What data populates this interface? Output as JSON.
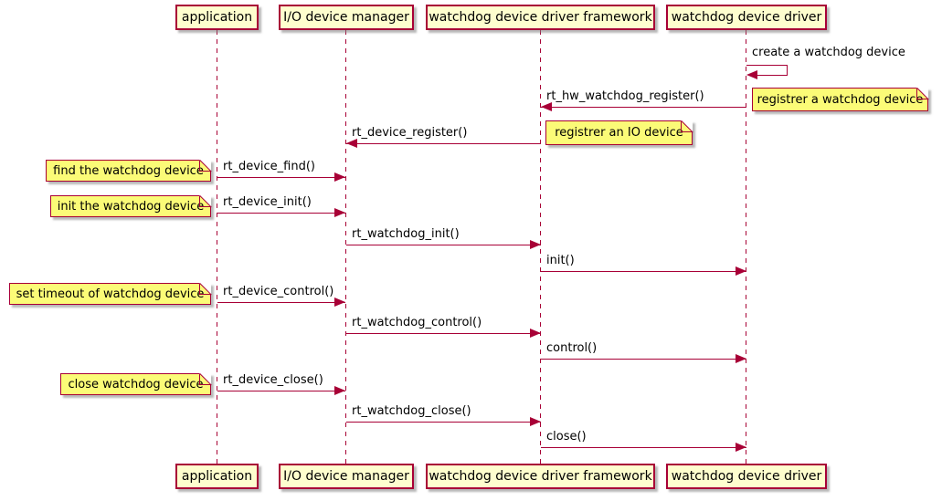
{
  "diagram_type": "sequence",
  "colors": {
    "participant_fill": "#FEFECE",
    "note_fill": "#FBFB77",
    "accent": "#A80036",
    "text": "#000000",
    "background": "#FFFFFF"
  },
  "participants": [
    {
      "name": "application"
    },
    {
      "name": "I/O device manager"
    },
    {
      "name": "watchdog device driver framework"
    },
    {
      "name": "watchdog device driver"
    }
  ],
  "messages": [
    {
      "label": "create a watchdog device",
      "from": "watchdog device driver",
      "to": "watchdog device driver",
      "type": "self"
    },
    {
      "label": "rt_hw_watchdog_register()",
      "from": "watchdog device driver",
      "to": "watchdog device driver framework",
      "type": "call"
    },
    {
      "label": "rt_device_register()",
      "from": "watchdog device driver framework",
      "to": "I/O device manager",
      "type": "call"
    },
    {
      "label": "rt_device_find()",
      "from": "application",
      "to": "I/O device manager",
      "type": "call"
    },
    {
      "label": "rt_device_init()",
      "from": "application",
      "to": "I/O device manager",
      "type": "call"
    },
    {
      "label": "rt_watchdog_init()",
      "from": "I/O device manager",
      "to": "watchdog device driver framework",
      "type": "call"
    },
    {
      "label": "init()",
      "from": "watchdog device driver framework",
      "to": "watchdog device driver",
      "type": "call"
    },
    {
      "label": "rt_device_control()",
      "from": "application",
      "to": "I/O device manager",
      "type": "call"
    },
    {
      "label": "rt_watchdog_control()",
      "from": "I/O device manager",
      "to": "watchdog device driver framework",
      "type": "call"
    },
    {
      "label": "control()",
      "from": "watchdog device driver framework",
      "to": "watchdog device driver",
      "type": "call"
    },
    {
      "label": "rt_device_close()",
      "from": "application",
      "to": "I/O device manager",
      "type": "call"
    },
    {
      "label": "rt_watchdog_close()",
      "from": "I/O device manager",
      "to": "watchdog device driver framework",
      "type": "call"
    },
    {
      "label": "close()",
      "from": "watchdog device driver framework",
      "to": "watchdog device driver",
      "type": "call"
    }
  ],
  "notes": [
    {
      "text": "registrer a watchdog device",
      "attached_to": "watchdog device driver",
      "side": "right"
    },
    {
      "text": "registrer an IO device",
      "attached_to": "watchdog device driver framework",
      "side": "right"
    },
    {
      "text": "find the watchdog device",
      "attached_to": "application",
      "side": "left"
    },
    {
      "text": "init the watchdog device",
      "attached_to": "application",
      "side": "left"
    },
    {
      "text": "set timeout of watchdog device",
      "attached_to": "application",
      "side": "left"
    },
    {
      "text": "close watchdog device",
      "attached_to": "application",
      "side": "left"
    }
  ]
}
